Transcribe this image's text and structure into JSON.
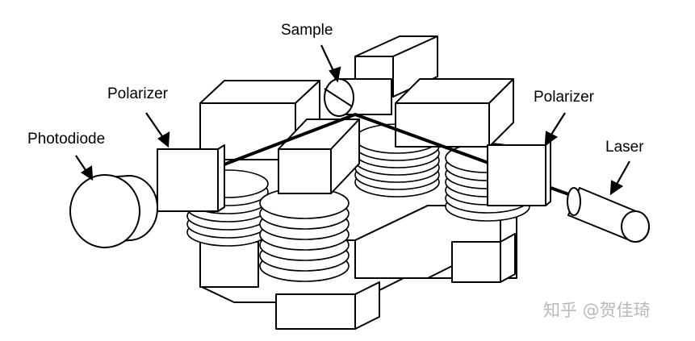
{
  "labels": {
    "sample": "Sample",
    "polarizer_left": "Polarizer",
    "polarizer_right": "Polarizer",
    "photodiode": "Photodiode",
    "laser": "Laser"
  },
  "watermark": "知乎 @贺佳琦",
  "colors": {
    "line": "#000000",
    "background": "#ffffff",
    "watermark": "#b9b9b9"
  },
  "coil_turns": 7
}
